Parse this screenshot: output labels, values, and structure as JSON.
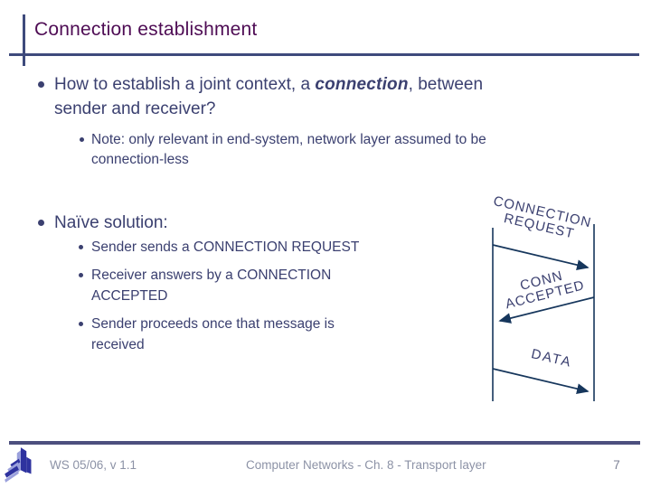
{
  "title": "Connection establishment",
  "bullets": {
    "q": {
      "prefix": "How to establish a joint context, a ",
      "emphasis": "connection",
      "suffix": ", between",
      "line2": "sender and receiver?"
    },
    "note": {
      "line1": "Note: only relevant in end-system, network layer assumed to be",
      "line2": "connection-less"
    },
    "naive": "Naïve solution:",
    "steps": [
      {
        "line1": "Sender sends a CONNECTION REQUEST"
      },
      {
        "line1": "Receiver answers by a CONNECTION",
        "line2": "ACCEPTED"
      },
      {
        "line1": "Sender proceeds once that message is",
        "line2": "received"
      }
    ]
  },
  "diagram": {
    "messages": [
      {
        "line1": "CONNECTION",
        "line2": "REQUEST",
        "direction": "right"
      },
      {
        "line1": "CONN",
        "line2": "ACCEPTED",
        "direction": "left"
      },
      {
        "line1": "DATA",
        "direction": "right"
      }
    ]
  },
  "footer": {
    "left": "WS 05/06, v 1.1",
    "center": "Computer Networks - Ch. 8 - Transport layer",
    "page": "7"
  },
  "colors": {
    "title": "#4e0c54",
    "body_text": "#3b4070",
    "rule": "#3e4a7c",
    "diagram_stroke": "#16365c",
    "footer_text": "#8c92a6"
  }
}
